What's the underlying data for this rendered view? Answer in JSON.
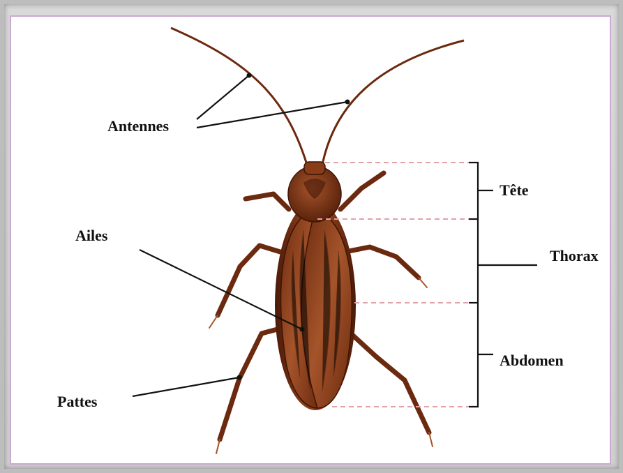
{
  "labels": {
    "antennes": "Antennes",
    "ailes": "Ailes",
    "pattes": "Pattes",
    "tete": "Tête",
    "thorax": "Thorax",
    "abdomen": "Abdomen"
  },
  "colors": {
    "body": "#7a3316",
    "body_dark": "#4a1a08",
    "body_light": "#a5542a",
    "leader_line": "#111111",
    "segment_dash": "#e3a1a8",
    "panel_border": "#c9a9cf"
  }
}
